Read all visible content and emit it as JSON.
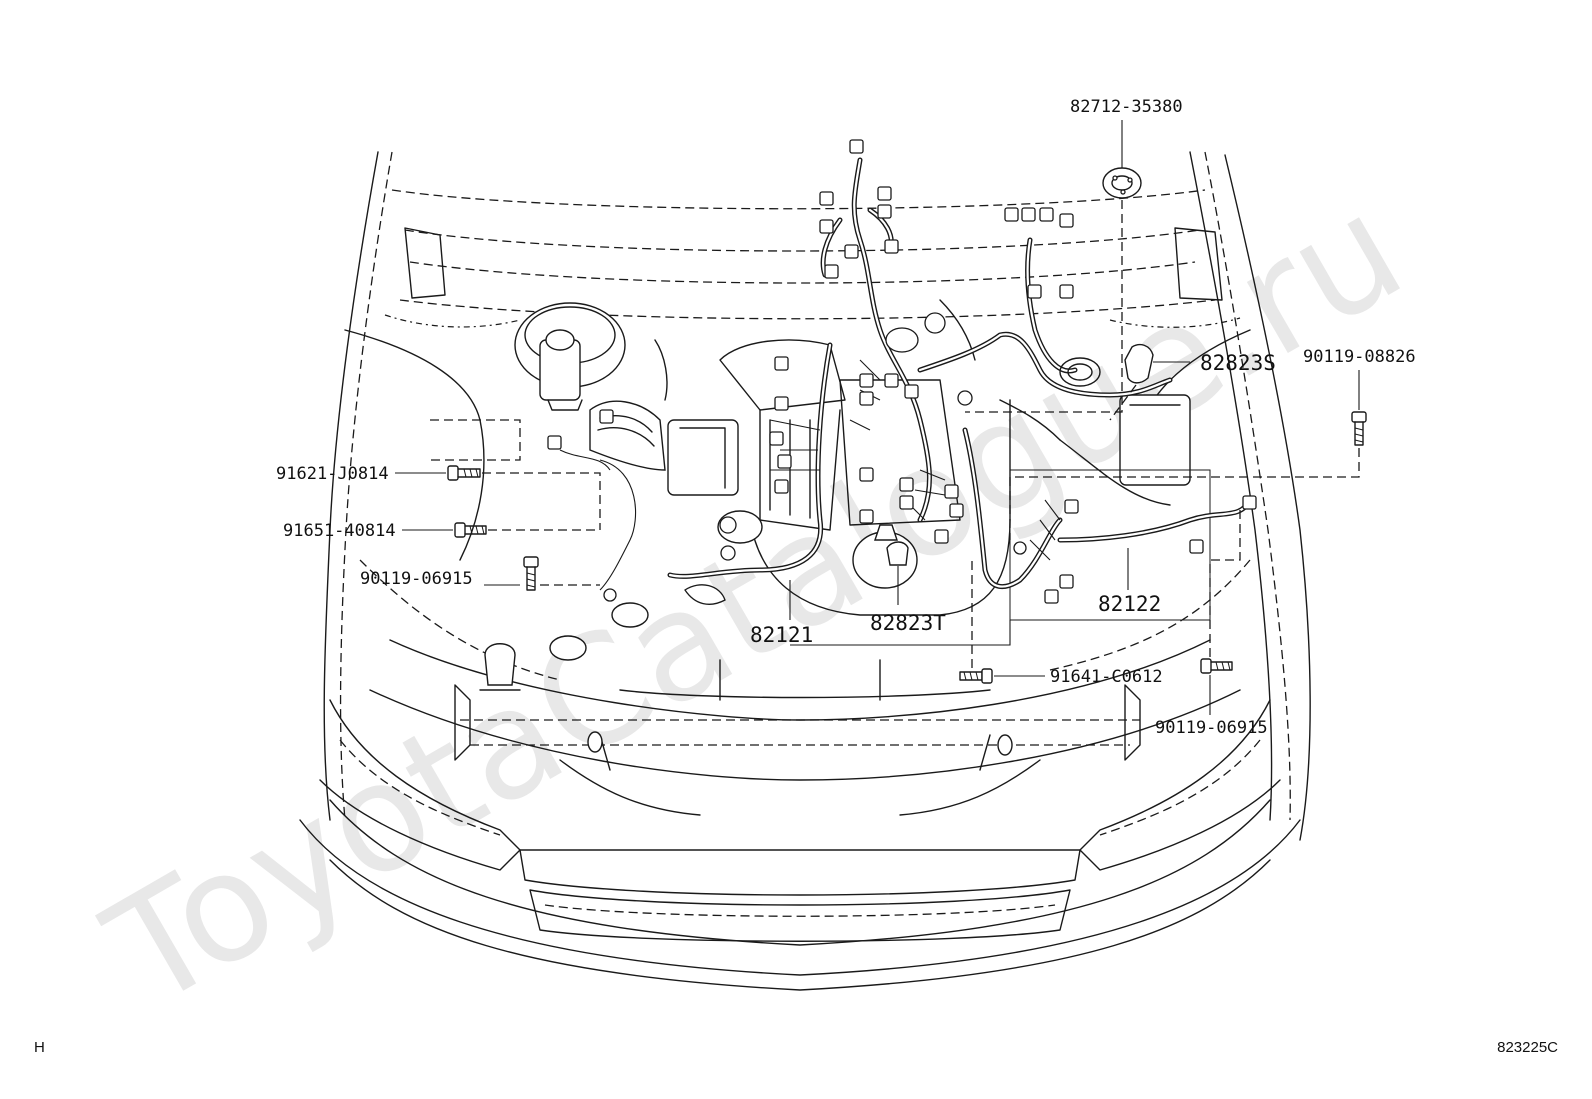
{
  "watermark": "ToyotaCatalogue.ru",
  "footer": {
    "left_code": "H",
    "right_code": "823225C"
  },
  "callouts": [
    {
      "id": "c1",
      "text": "82712-35380"
    },
    {
      "id": "c2",
      "text": "82823S"
    },
    {
      "id": "c3",
      "text": "90119-08826"
    },
    {
      "id": "c4",
      "text": "91621-J0814"
    },
    {
      "id": "c5",
      "text": "91651-40814"
    },
    {
      "id": "c6",
      "text": "90119-06915"
    },
    {
      "id": "c7",
      "text": "82121"
    },
    {
      "id": "c8",
      "text": "82823T"
    },
    {
      "id": "c9",
      "text": "82122"
    },
    {
      "id": "c10",
      "text": "91641-C0612"
    },
    {
      "id": "c11",
      "text": "90119-06915"
    }
  ]
}
